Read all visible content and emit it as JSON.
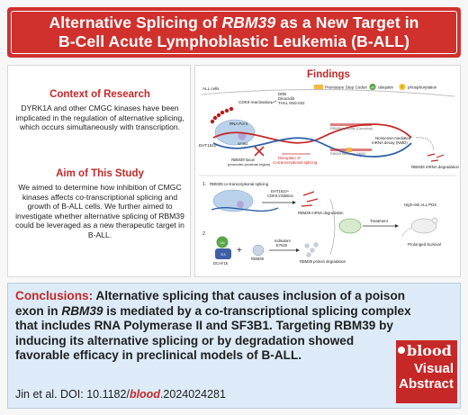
{
  "header": {
    "title_line1_prefix": "Alternative Splicing of ",
    "title_line1_gene": "RBM39",
    "title_line1_suffix": " as a New Target in",
    "title_line2": "B-Cell Acute Lymphoblastic Leukemia (B-ALL)"
  },
  "context": {
    "title": "Context of Research",
    "body": "DYRK1A and other CMGC kinases have been implicated in the regulation of alternative splicing, which occurs simultaneously with transcription."
  },
  "aim": {
    "title": "Aim of This Study",
    "body": "We aimed to determine how inhibition of CMGC kinases affects co-transcriptional splicing and growth of B-ALL cells. We further aimed to investigate whether alternative splicing of RBM39 could be leveraged as a new therapeutic target in B-ALL."
  },
  "findings": {
    "title": "Findings",
    "legend": {
      "stop_codon": "Premature Stop Codon",
      "ubiquitin": "ubiquitin",
      "ub_symbol": "Ub",
      "phosphorylation": "phosphorylation",
      "p_symbol": "P"
    },
    "top": {
      "all_cells": "ALL cells",
      "cdk9": "CDK9 reactivation",
      "drugs": [
        "DRB",
        "Dinaciclib",
        "THAL SNS-032"
      ],
      "rna_pol": "RNA Pol II",
      "eht": "EHT1610",
      "sf3b1": "SF3B1",
      "rbm39_locus_line1": "RBM39 locus",
      "rbm39_locus_line2": "(promoter-proximal region)",
      "disruption_line1": "Disruption of",
      "disruption_line2": "co-transcriptional splicing",
      "transcript1": "RBM39 transcript (Canonical)",
      "transcript2": "RBM39 transcript (NMD)",
      "nmd_line1": "Nonsense-mediated",
      "nmd_line2": "mRNA decay (NMD)",
      "degradation": "RBM39 mRNA degradation"
    },
    "panel1": {
      "num": "1.",
      "label": "RBM39 co-transcriptional splicing",
      "drug_line1": "EHT1610+",
      "drug_line2": "CDK9 inhibition",
      "result": "RBM39 mRNA degradation"
    },
    "panel2": {
      "num": "2.",
      "dcaf15": "DCAF15",
      "rbm39": "RBM39",
      "drug_line1": "Indisulam",
      "drug_line2": "E7820",
      "result": "RBM39 protein degradation",
      "e3": "E3"
    },
    "outcome": {
      "treatment": "Treatment",
      "pdx": "High-risk ALL PDX",
      "survival": "Prolonged Survival"
    }
  },
  "conclusions": {
    "label": "Conclusions:",
    "p1": " Alternative splicing that causes inclusion of a poison exon in ",
    "gene": "RBM39",
    "p2": " is mediated by a co-transcriptional splicing complex that includes RNA Polymerase II and SF3B1. Targeting RBM39 by inducing its alternative splicing or by degradation showed favorable efficacy in preclinical models of B-ALL."
  },
  "citation": {
    "prefix": "Jin et al. DOI: 10.1182/",
    "journal": "blood",
    "suffix": ".2024024281"
  },
  "logo": {
    "brand": "blood",
    "line1": "Visual",
    "line2": "Abstract"
  },
  "colors": {
    "accent_red": "#d0312d",
    "conclusion_bg": "#dcebf7",
    "dna_red": "#c62828",
    "dna_blue": "#2c5fa8",
    "ub_green": "#5aa64a",
    "phospho_yellow": "#f2c431",
    "stop_orange": "#f4b942"
  }
}
